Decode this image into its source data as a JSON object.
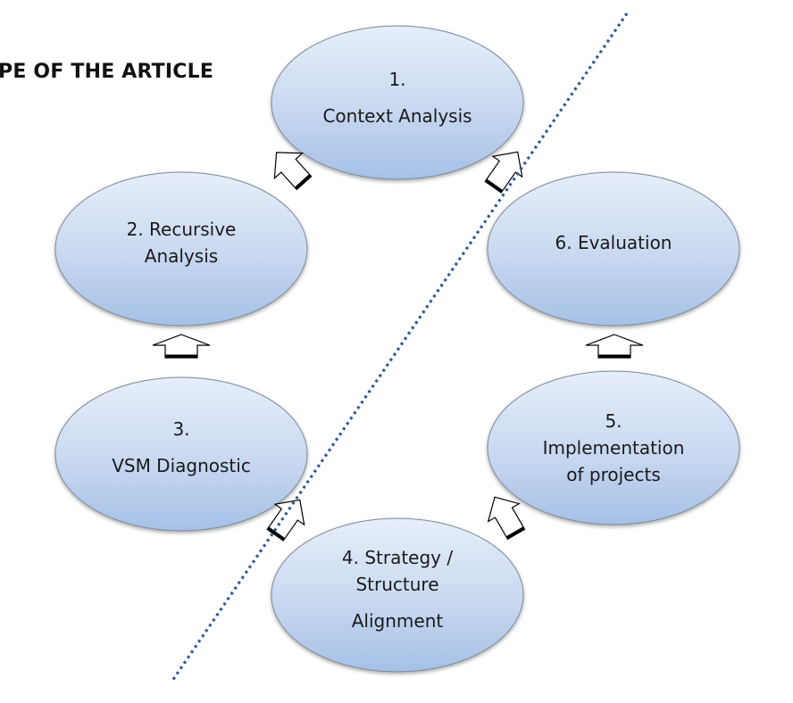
{
  "heading": "PE OF THE ARTICLE",
  "colors": {
    "ellipse_top": "#e6eefa",
    "ellipse_bottom": "#a5c0e6",
    "ellipse_stroke": "#7f8a99",
    "divider": "#2f5a94",
    "arrow_fill": "#ffffff",
    "arrow_stroke": "#000000"
  },
  "nodes": [
    {
      "id": "context-analysis",
      "lines": [
        "1.",
        "Context Analysis"
      ]
    },
    {
      "id": "recursive-analysis",
      "lines": [
        "2. Recursive",
        "Analysis"
      ]
    },
    {
      "id": "vsm-diagnostic",
      "lines": [
        "3.",
        "VSM Diagnostic"
      ]
    },
    {
      "id": "strategy-structure-alignment",
      "lines": [
        "4. Strategy /",
        "Structure",
        "Alignment"
      ]
    },
    {
      "id": "implementation-of-projects",
      "lines": [
        "5.",
        "Implementation",
        "of projects"
      ]
    },
    {
      "id": "evaluation",
      "lines": [
        "6. Evaluation"
      ]
    }
  ],
  "arrows": [
    {
      "from": "vsm-diagnostic",
      "to": "recursive-analysis",
      "direction": "up"
    },
    {
      "from": "recursive-analysis",
      "to": "context-analysis",
      "direction": "up-left"
    },
    {
      "from": "strategy-structure-alignment",
      "to": "vsm-diagnostic",
      "direction": "up-right"
    },
    {
      "from": "strategy-structure-alignment",
      "to": "implementation-of-projects",
      "direction": "up-left"
    },
    {
      "from": "implementation-of-projects",
      "to": "evaluation",
      "direction": "up"
    },
    {
      "from": "evaluation",
      "to": "context-analysis",
      "direction": "up-left"
    }
  ]
}
